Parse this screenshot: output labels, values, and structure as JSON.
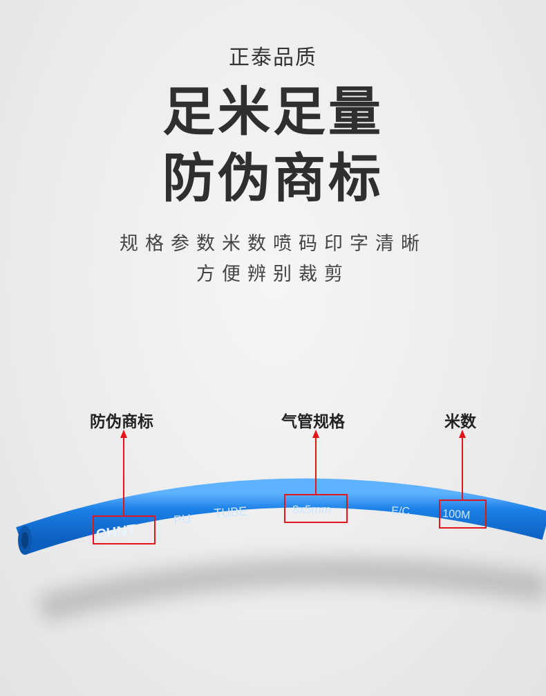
{
  "header": {
    "subtitle": "正泰品质",
    "headline_line1": "足米足量",
    "headline_line2": "防伪商标",
    "desc_line1": "规格参数米数喷码印字清晰",
    "desc_line2": "方便辨别裁剪"
  },
  "callouts": {
    "trademark": "防伪商标",
    "spec": "气管规格",
    "length": "米数"
  },
  "tube_print": {
    "brand": "CHNT",
    "material": "PU",
    "type": "TUBE",
    "size": "8x5mm",
    "code": "E/C",
    "length": "100M"
  },
  "colors": {
    "tube": "#1a7fe6",
    "marker": "#e3141b",
    "text_dark": "#2f2f2f"
  }
}
